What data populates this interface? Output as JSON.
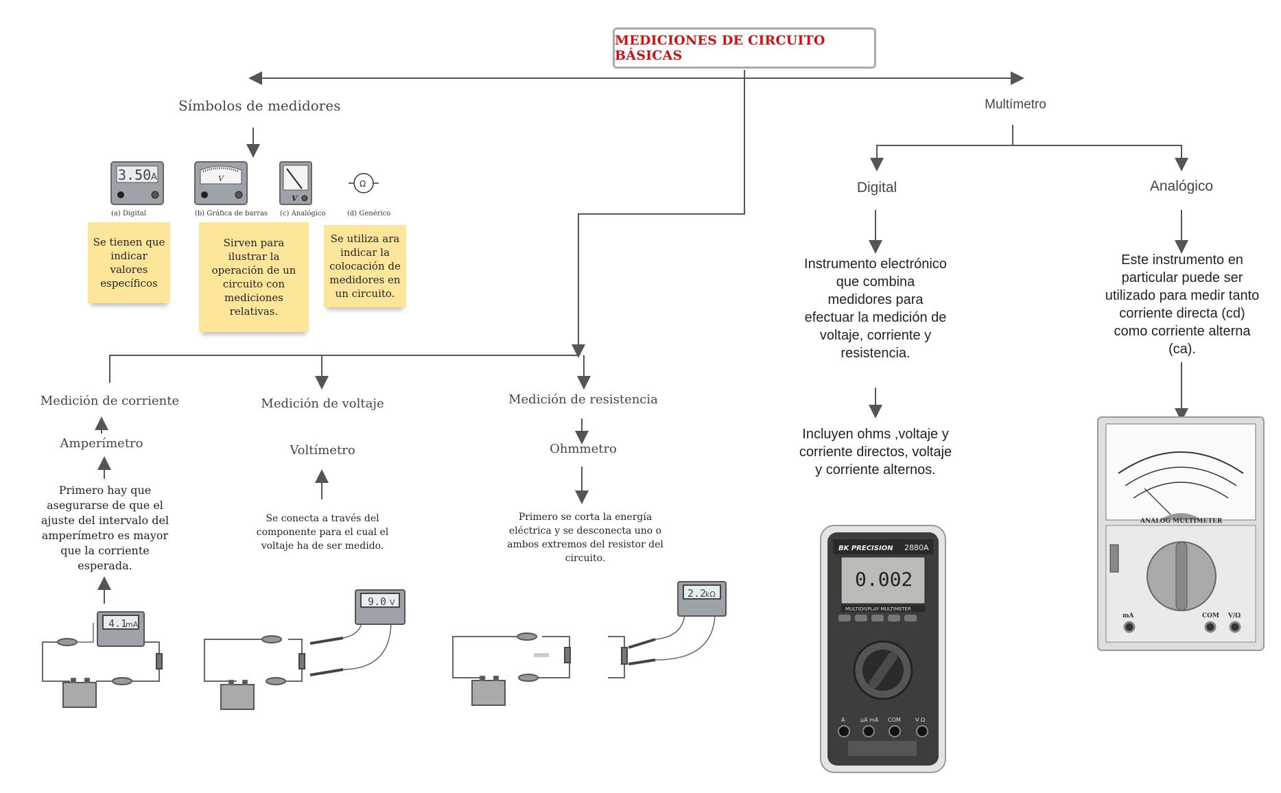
{
  "title": "MEDICIONES DE CIRCUITO BÁSICAS",
  "colors": {
    "title": "#cc1111",
    "connector": "#555555",
    "note": "#fde69a"
  },
  "branches": {
    "simbolos": {
      "label": "Símbolos de medidores",
      "meters": [
        {
          "caption": "(a) Digital",
          "display": "3.50",
          "unit": "A"
        },
        {
          "caption": "(b) Gráfica de barras",
          "unit": "V"
        },
        {
          "caption": "(c) Analógico",
          "unit": "V"
        },
        {
          "caption": "(d) Genérico",
          "unit": "Ω"
        }
      ],
      "notes": [
        "Se tienen que indicar valores específicos",
        "Sirven para ilustrar la operación de un circuito con mediciones relativas.",
        "Se utiliza ara indicar la colocación de medidores en un circuito."
      ]
    },
    "mediciones": {
      "corriente": {
        "label": "Medición de corriente",
        "instrument": "Amperímetro",
        "text": "Primero hay que asegurarse de que el ajuste del intervalo del amperímetro es mayor que la corriente esperada.",
        "display": "4.1",
        "unit": "mA"
      },
      "voltaje": {
        "label": "Medición de voltaje",
        "instrument": "Voltímetro",
        "text": "Se conecta a través del componente para el cual el voltaje ha de ser medido.",
        "display": "9.0",
        "unit": "V"
      },
      "resistencia": {
        "label": "Medición de resistencia",
        "instrument": "Ohmmetro",
        "text": "Primero se corta la energía eléctrica y se desconecta uno o ambos extremos del resistor del circuito.",
        "display": "2.2",
        "unit": "kΩ"
      }
    },
    "multimetro": {
      "label": "Multímetro",
      "digital": {
        "label": "Digital",
        "text1": "Instrumento electrónico que combina medidores para efectuar la medición de voltaje, corriente y resistencia.",
        "text2": "Incluyen  ohms ,voltaje y corriente directos, voltaje y corriente alternos.",
        "device": {
          "brand": "BK PRECISION",
          "model": "2880A",
          "display": "0.002",
          "subtitle": "MULTIDISPLAY MULTIMETER",
          "jacks": [
            "A",
            "µA mA",
            "COM",
            "V Ω"
          ]
        }
      },
      "analogico": {
        "label": "Analógico",
        "text": "Este instrumento en particular puede ser utilizado para medir tanto corriente directa (cd) como corriente alterna (ca).",
        "device": {
          "title": "ANALOG MULTIMETER",
          "jacks": [
            "mA",
            "COM",
            "V/Ω"
          ]
        }
      }
    }
  }
}
